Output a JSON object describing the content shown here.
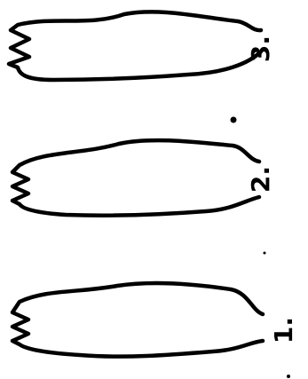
{
  "figures": [
    {
      "label": "3."
    },
    {
      "label": "2."
    },
    {
      "label": "1."
    }
  ],
  "colors": {
    "ink": "#000000",
    "paper": "#ffffff"
  }
}
